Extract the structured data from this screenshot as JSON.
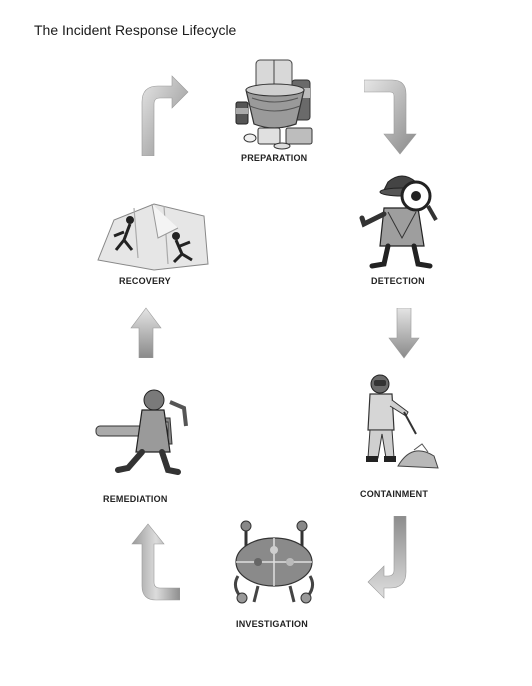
{
  "title": "The Incident Response Lifecycle",
  "stages": [
    {
      "label": "PREPARATION",
      "icon": "kitchen-supplies-icon"
    },
    {
      "label": "DETECTION",
      "icon": "detective-magnifier-icon"
    },
    {
      "label": "CONTAINMENT",
      "icon": "hazmat-suit-icon"
    },
    {
      "label": "INVESTIGATION",
      "icon": "puzzle-team-icon"
    },
    {
      "label": "REMEDIATION",
      "icon": "plumber-wrench-icon"
    },
    {
      "label": "RECOVERY",
      "icon": "puzzle-climbers-icon"
    }
  ],
  "colors": {
    "arrow_light": "#e0e0e0",
    "arrow_dark": "#8a8a8a",
    "text": "#222222"
  }
}
